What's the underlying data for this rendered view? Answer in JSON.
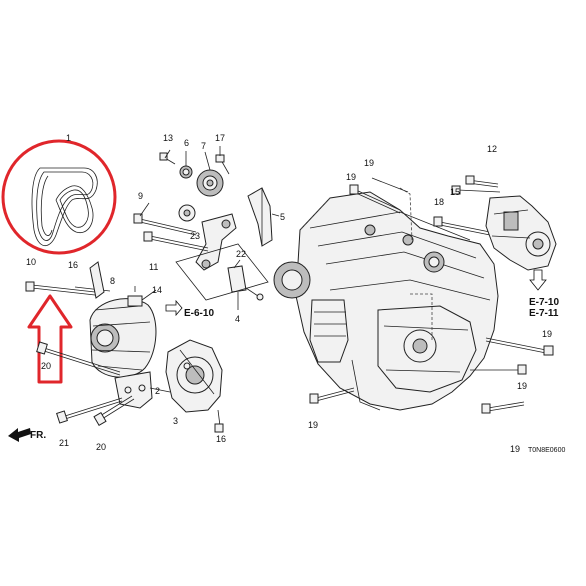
{
  "diagram": {
    "callouts": {
      "c1": "1",
      "c2": "2",
      "c3": "3",
      "c4": "4",
      "c5": "5",
      "c6": "6",
      "c7": "7",
      "c8": "8",
      "c9": "9",
      "c10": "10",
      "c11": "11",
      "c12": "12",
      "c13": "13",
      "c14": "14",
      "c15": "15",
      "c16a": "16",
      "c16b": "16",
      "c17": "17",
      "c18": "18",
      "c19a": "19",
      "c19b": "19",
      "c19c": "19",
      "c19d": "19",
      "c19e": "19",
      "c19f": "19",
      "c20a": "20",
      "c20b": "20",
      "c21": "21",
      "c22": "22",
      "c23": "23"
    },
    "refs": {
      "e610": "E-6-10",
      "e710": "E-7-10",
      "e711": "E-7-11"
    },
    "front_label": "FR.",
    "diagram_code": "T0N8E0600"
  },
  "colors": {
    "highlight_red": "#e0262b",
    "line": "#222222"
  }
}
